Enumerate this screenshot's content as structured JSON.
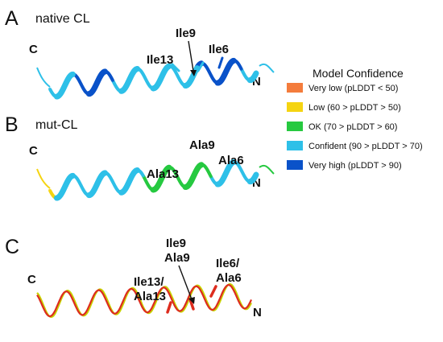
{
  "panels": {
    "a": {
      "letter": "A",
      "title": "native CL",
      "c_term": "C",
      "n_term": "N",
      "labels": {
        "r9": "Ile9",
        "r13": "Ile13",
        "r6": "Ile6"
      }
    },
    "b": {
      "letter": "B",
      "title": "mut-CL",
      "c_term": "C",
      "n_term": "N",
      "labels": {
        "r9": "Ala9",
        "r13": "Ala13",
        "r6": "Ala6"
      }
    },
    "c": {
      "letter": "C",
      "c_term": "C",
      "n_term": "N",
      "labels": {
        "r9_top": "Ile9",
        "r9_bottom": "Ala9",
        "r13_top": "Ile13/",
        "r13_bottom": "Ala13",
        "r6_top": "Ile6/",
        "r6_bottom": "Ala6"
      }
    }
  },
  "legend": {
    "title": "Model Confidence",
    "items": [
      {
        "label": "Very low (pLDDT < 50)",
        "color": "#f47c3c"
      },
      {
        "label": "Low (60 > pLDDT > 50)",
        "color": "#f5d411"
      },
      {
        "label": "OK (70 > pLDDT > 60)",
        "color": "#26c940"
      },
      {
        "label": "Confident (90 > pLDDT > 70)",
        "color": "#2ec0e8"
      },
      {
        "label": "Very high (pLDDT > 90)",
        "color": "#0a52c9"
      }
    ]
  },
  "colors": {
    "native_trace": "#dd2c1e",
    "mutant_trace": "#c8d400",
    "arrow": "#111111"
  }
}
